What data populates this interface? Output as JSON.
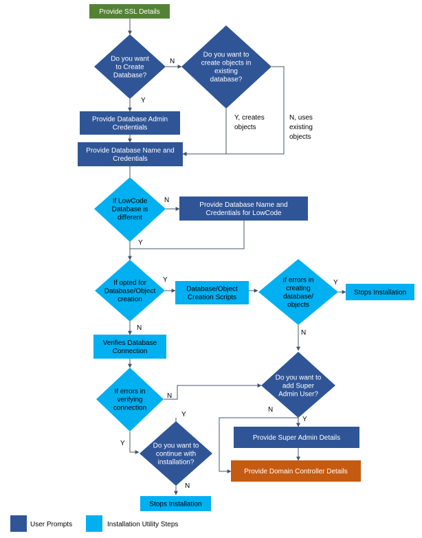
{
  "colors": {
    "user_prompt": "#2F5597",
    "utility_step": "#00B0F0",
    "start": "#548235",
    "final": "#C55A11",
    "line": "#44546A",
    "text_dark_bg": "#FFFFFF",
    "text_light_bg": "#000000"
  },
  "nodes": {
    "ssl": {
      "text": [
        "Provide SSL Details"
      ]
    },
    "q_create_db": {
      "text": [
        "Do you want",
        "to Create",
        "Database?"
      ]
    },
    "q_create_objects": {
      "text": [
        "Do you want to",
        "create objects in",
        "existing",
        "database?"
      ]
    },
    "db_admin": {
      "text": [
        "Provide Database Admin",
        "Credentials"
      ]
    },
    "db_name": {
      "text": [
        "Provide Database Name and",
        "Credentials"
      ]
    },
    "q_lowcode": {
      "text": [
        "If LowCode",
        "Database is",
        "different"
      ]
    },
    "lowcode_creds": {
      "text": [
        "Provide Database Name and",
        "Credentials for LowCode"
      ]
    },
    "q_opted": {
      "text": [
        "If opted for",
        "Database/Object",
        "creation"
      ]
    },
    "scripts": {
      "text": [
        "Database/Object",
        "Creation Scripts"
      ]
    },
    "q_errors_creating": {
      "text": [
        "If errors in",
        "creating",
        "database/",
        "objects"
      ]
    },
    "stop1": {
      "text": [
        "Stops Installation"
      ]
    },
    "verify": {
      "text": [
        "Verifies Database",
        "Connection"
      ]
    },
    "q_super_admin": {
      "text": [
        "Do you want to",
        "add Super",
        "Admin User?"
      ]
    },
    "q_errors_verifying": {
      "text": [
        "If errors in",
        "verifying",
        "connection"
      ]
    },
    "super_admin": {
      "text": [
        "Provide Super Admin Details"
      ]
    },
    "q_continue": {
      "text": [
        "Do you want to",
        "continue with",
        "installation?"
      ]
    },
    "domain": {
      "text": [
        "Provide Domain Controller Details"
      ]
    },
    "stop2": {
      "text": [
        "Stops Installation"
      ]
    }
  },
  "labels": {
    "create_db_n": "N",
    "create_db_y": "Y",
    "y_creates_1": "Y, creates",
    "y_creates_2": "objects",
    "n_uses_1": "N, uses",
    "n_uses_2": "existing",
    "n_uses_3": "objects",
    "lowcode_n": "N",
    "lowcode_y": "Y",
    "opted_y": "Y",
    "opted_n": "N",
    "err_create_y": "Y",
    "err_create_n": "N",
    "super_n": "N",
    "super_y": "Y",
    "err_verify_n": "N",
    "err_verify_y": "Y",
    "continue_y": "Y",
    "continue_n": "N"
  },
  "legend": {
    "user_prompts": "User Prompts",
    "utility_steps": "Installation Utility Steps"
  }
}
